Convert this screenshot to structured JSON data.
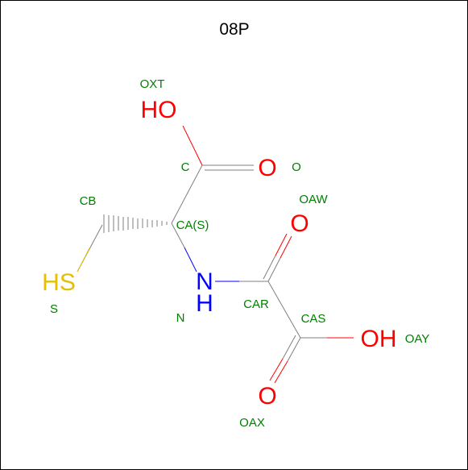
{
  "title": "08P",
  "colors": {
    "carbon_bond": "#7f7f7f",
    "oxygen": "#ff0000",
    "nitrogen": "#0000ff",
    "sulfur": "#e5c000",
    "atom_name": "#008000",
    "title": "#000000"
  },
  "elements": {
    "oxt": "HO",
    "o": "O",
    "oaw": "O",
    "sg": "HS",
    "n_n": "N",
    "n_h": "H",
    "oay": "OH",
    "oax": "O"
  },
  "atom_names": {
    "oxt": "OXT",
    "c": "C",
    "o": "O",
    "cb": "CB",
    "ca": "CA(S)",
    "oaw": "OAW",
    "s": "S",
    "n": "N",
    "car": "CAR",
    "cas": "CAS",
    "oay": "OAY",
    "oax": "OAX"
  }
}
